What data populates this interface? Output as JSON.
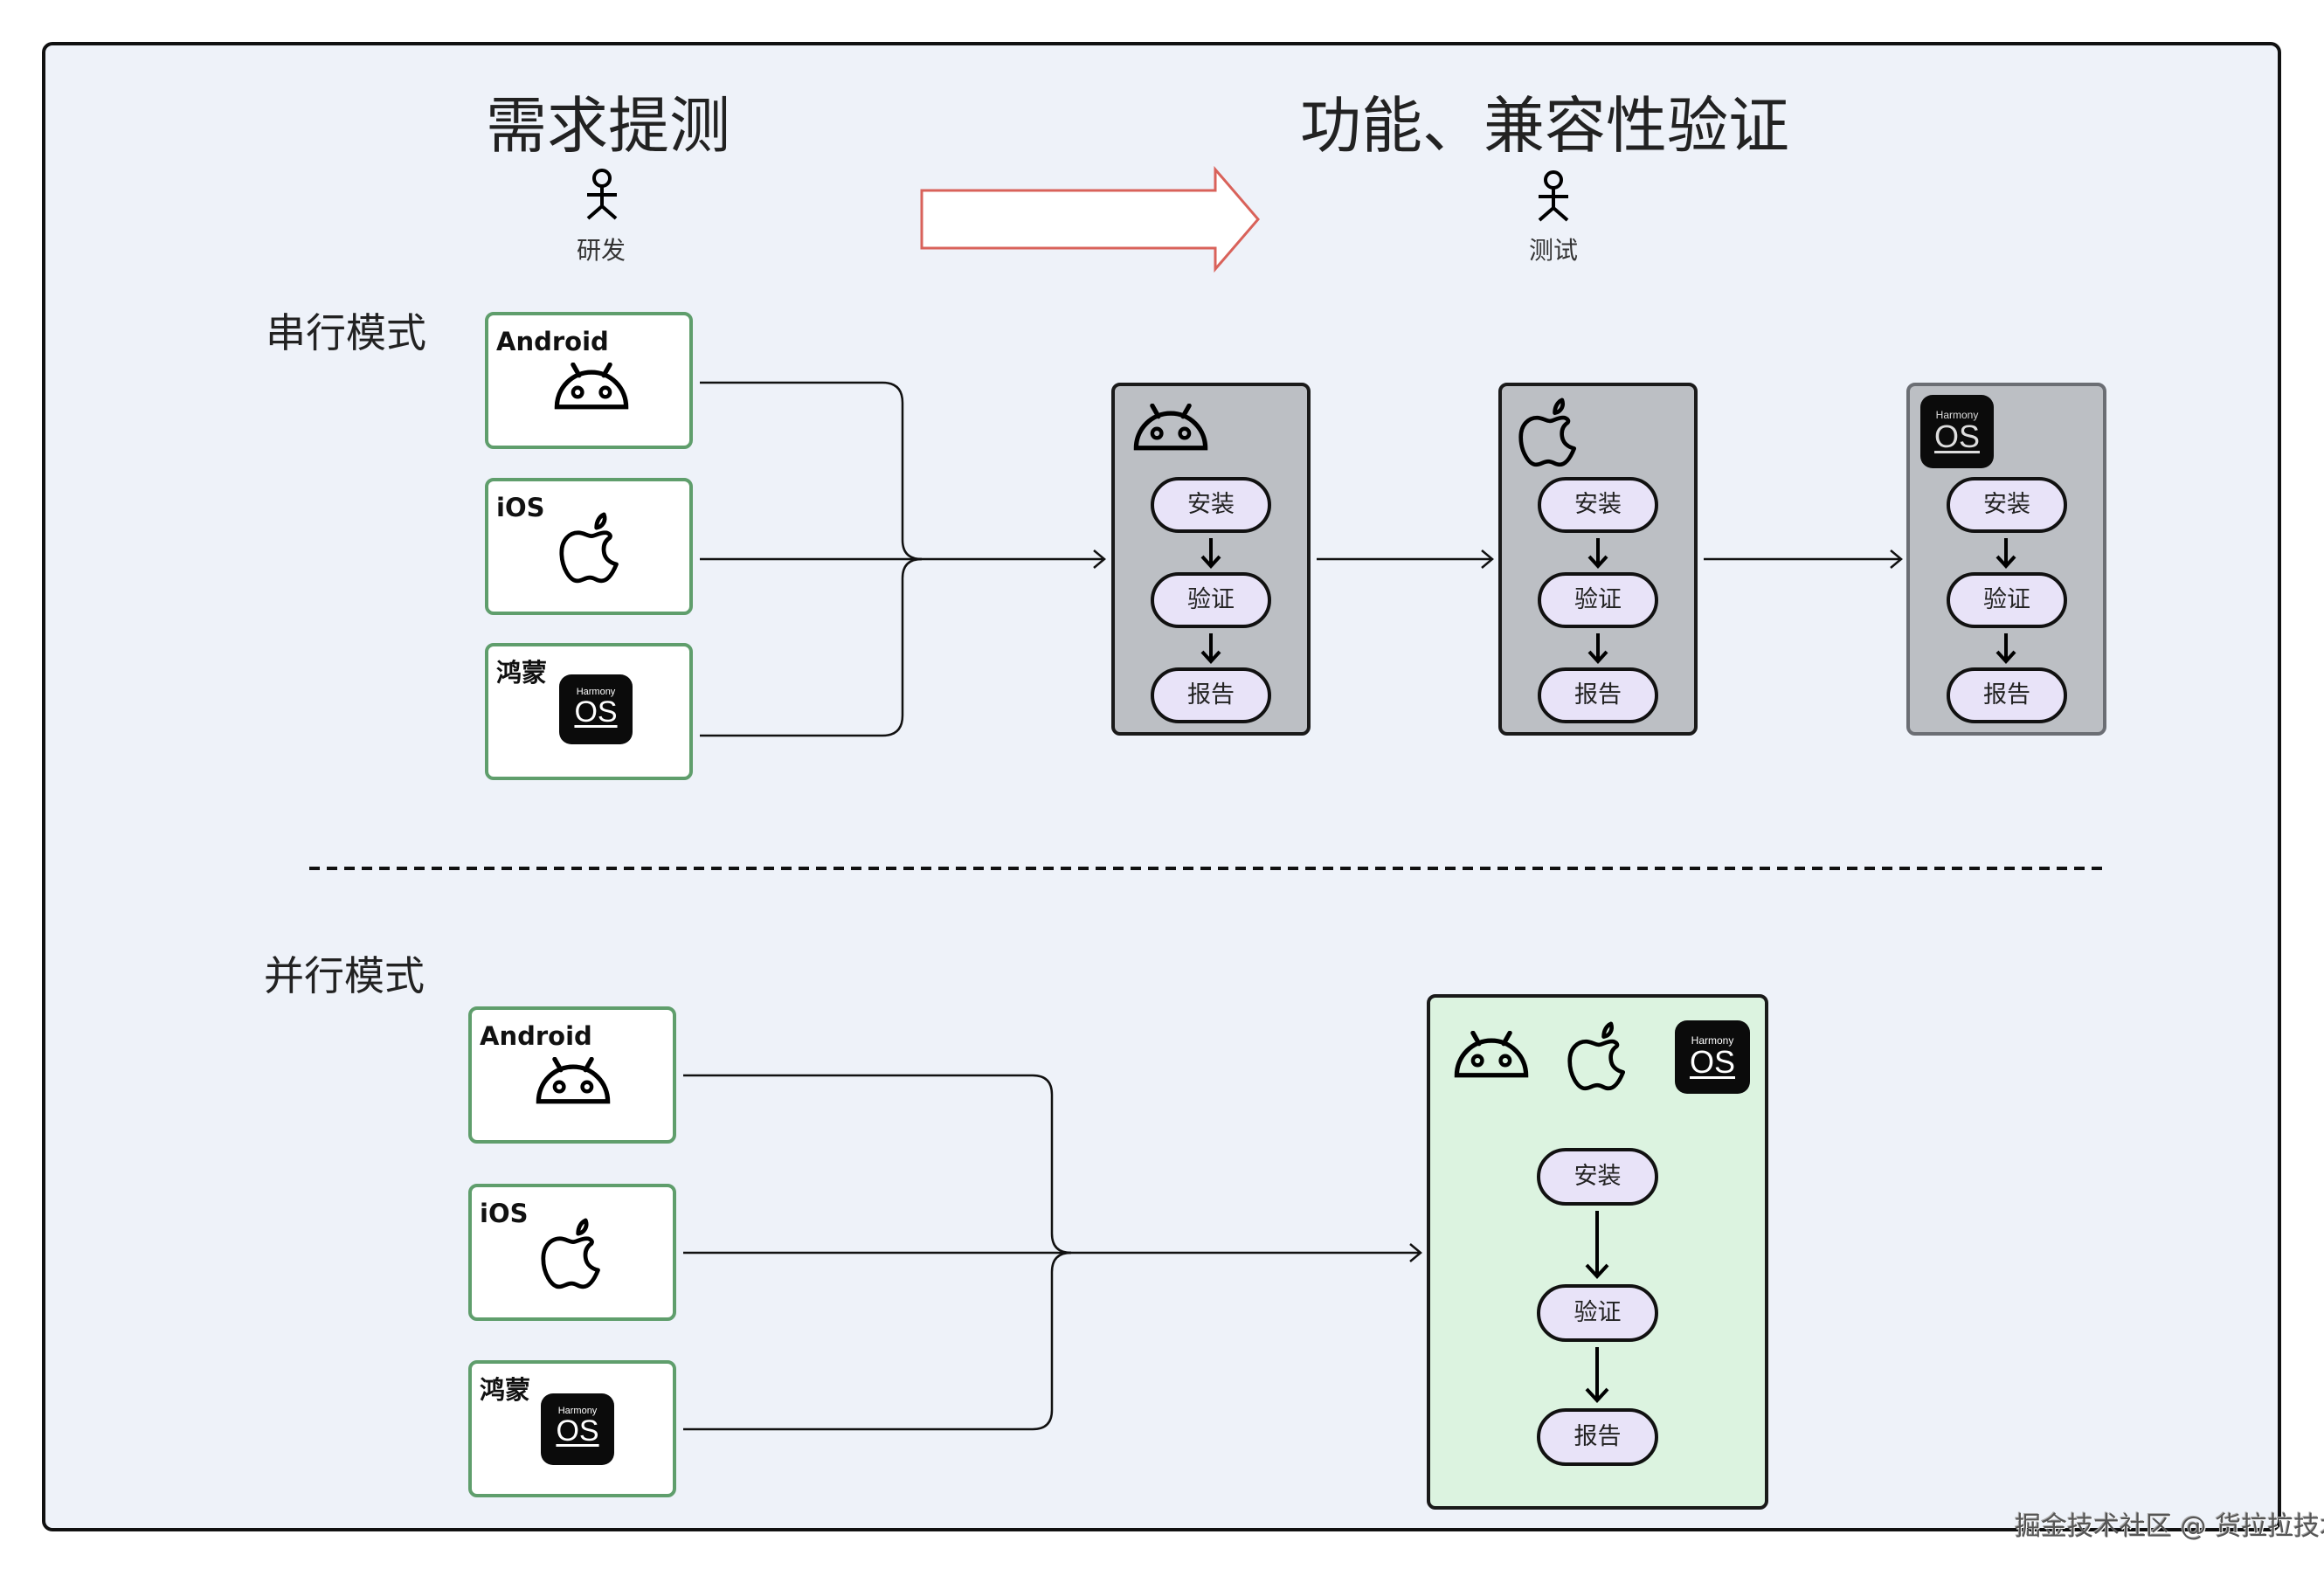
{
  "header": {
    "left_title": "需求提测",
    "left_role": "研发",
    "right_title": "功能、兼容性验证",
    "right_role": "测试"
  },
  "serial": {
    "label": "串行模式",
    "sources": [
      {
        "label": "Android",
        "icon": "android-icon"
      },
      {
        "label": "iOS",
        "icon": "apple-icon"
      },
      {
        "label": "鸿蒙",
        "icon": "harmonyos-icon"
      }
    ],
    "panels": [
      {
        "platform": "Android",
        "icon": "android-icon",
        "steps": [
          "安装",
          "验证",
          "报告"
        ]
      },
      {
        "platform": "iOS",
        "icon": "apple-icon",
        "steps": [
          "安装",
          "验证",
          "报告"
        ]
      },
      {
        "platform": "HarmonyOS",
        "icon": "harmonyos-icon",
        "steps": [
          "安装",
          "验证",
          "报告"
        ]
      }
    ]
  },
  "parallel": {
    "label": "并行模式",
    "sources": [
      {
        "label": "Android",
        "icon": "android-icon"
      },
      {
        "label": "iOS",
        "icon": "apple-icon"
      },
      {
        "label": "鸿蒙",
        "icon": "harmonyos-icon"
      }
    ],
    "panel": {
      "icons": [
        "android-icon",
        "apple-icon",
        "harmonyos-icon"
      ],
      "steps": [
        "安装",
        "验证",
        "报告"
      ]
    }
  },
  "harmony_logo": {
    "line1": "Harmony",
    "line2": "OS"
  },
  "colors": {
    "canvas": "#eef2f9",
    "source_border": "#5f9e6c",
    "panel_fill": "#bcbfc4",
    "pill_fill": "#e8e3f8",
    "parallel_panel_fill": "#dcf3e0",
    "block_arrow_stroke": "#d9625a"
  },
  "footer_watermark": "掘金技术社区 @ 货拉拉技术"
}
